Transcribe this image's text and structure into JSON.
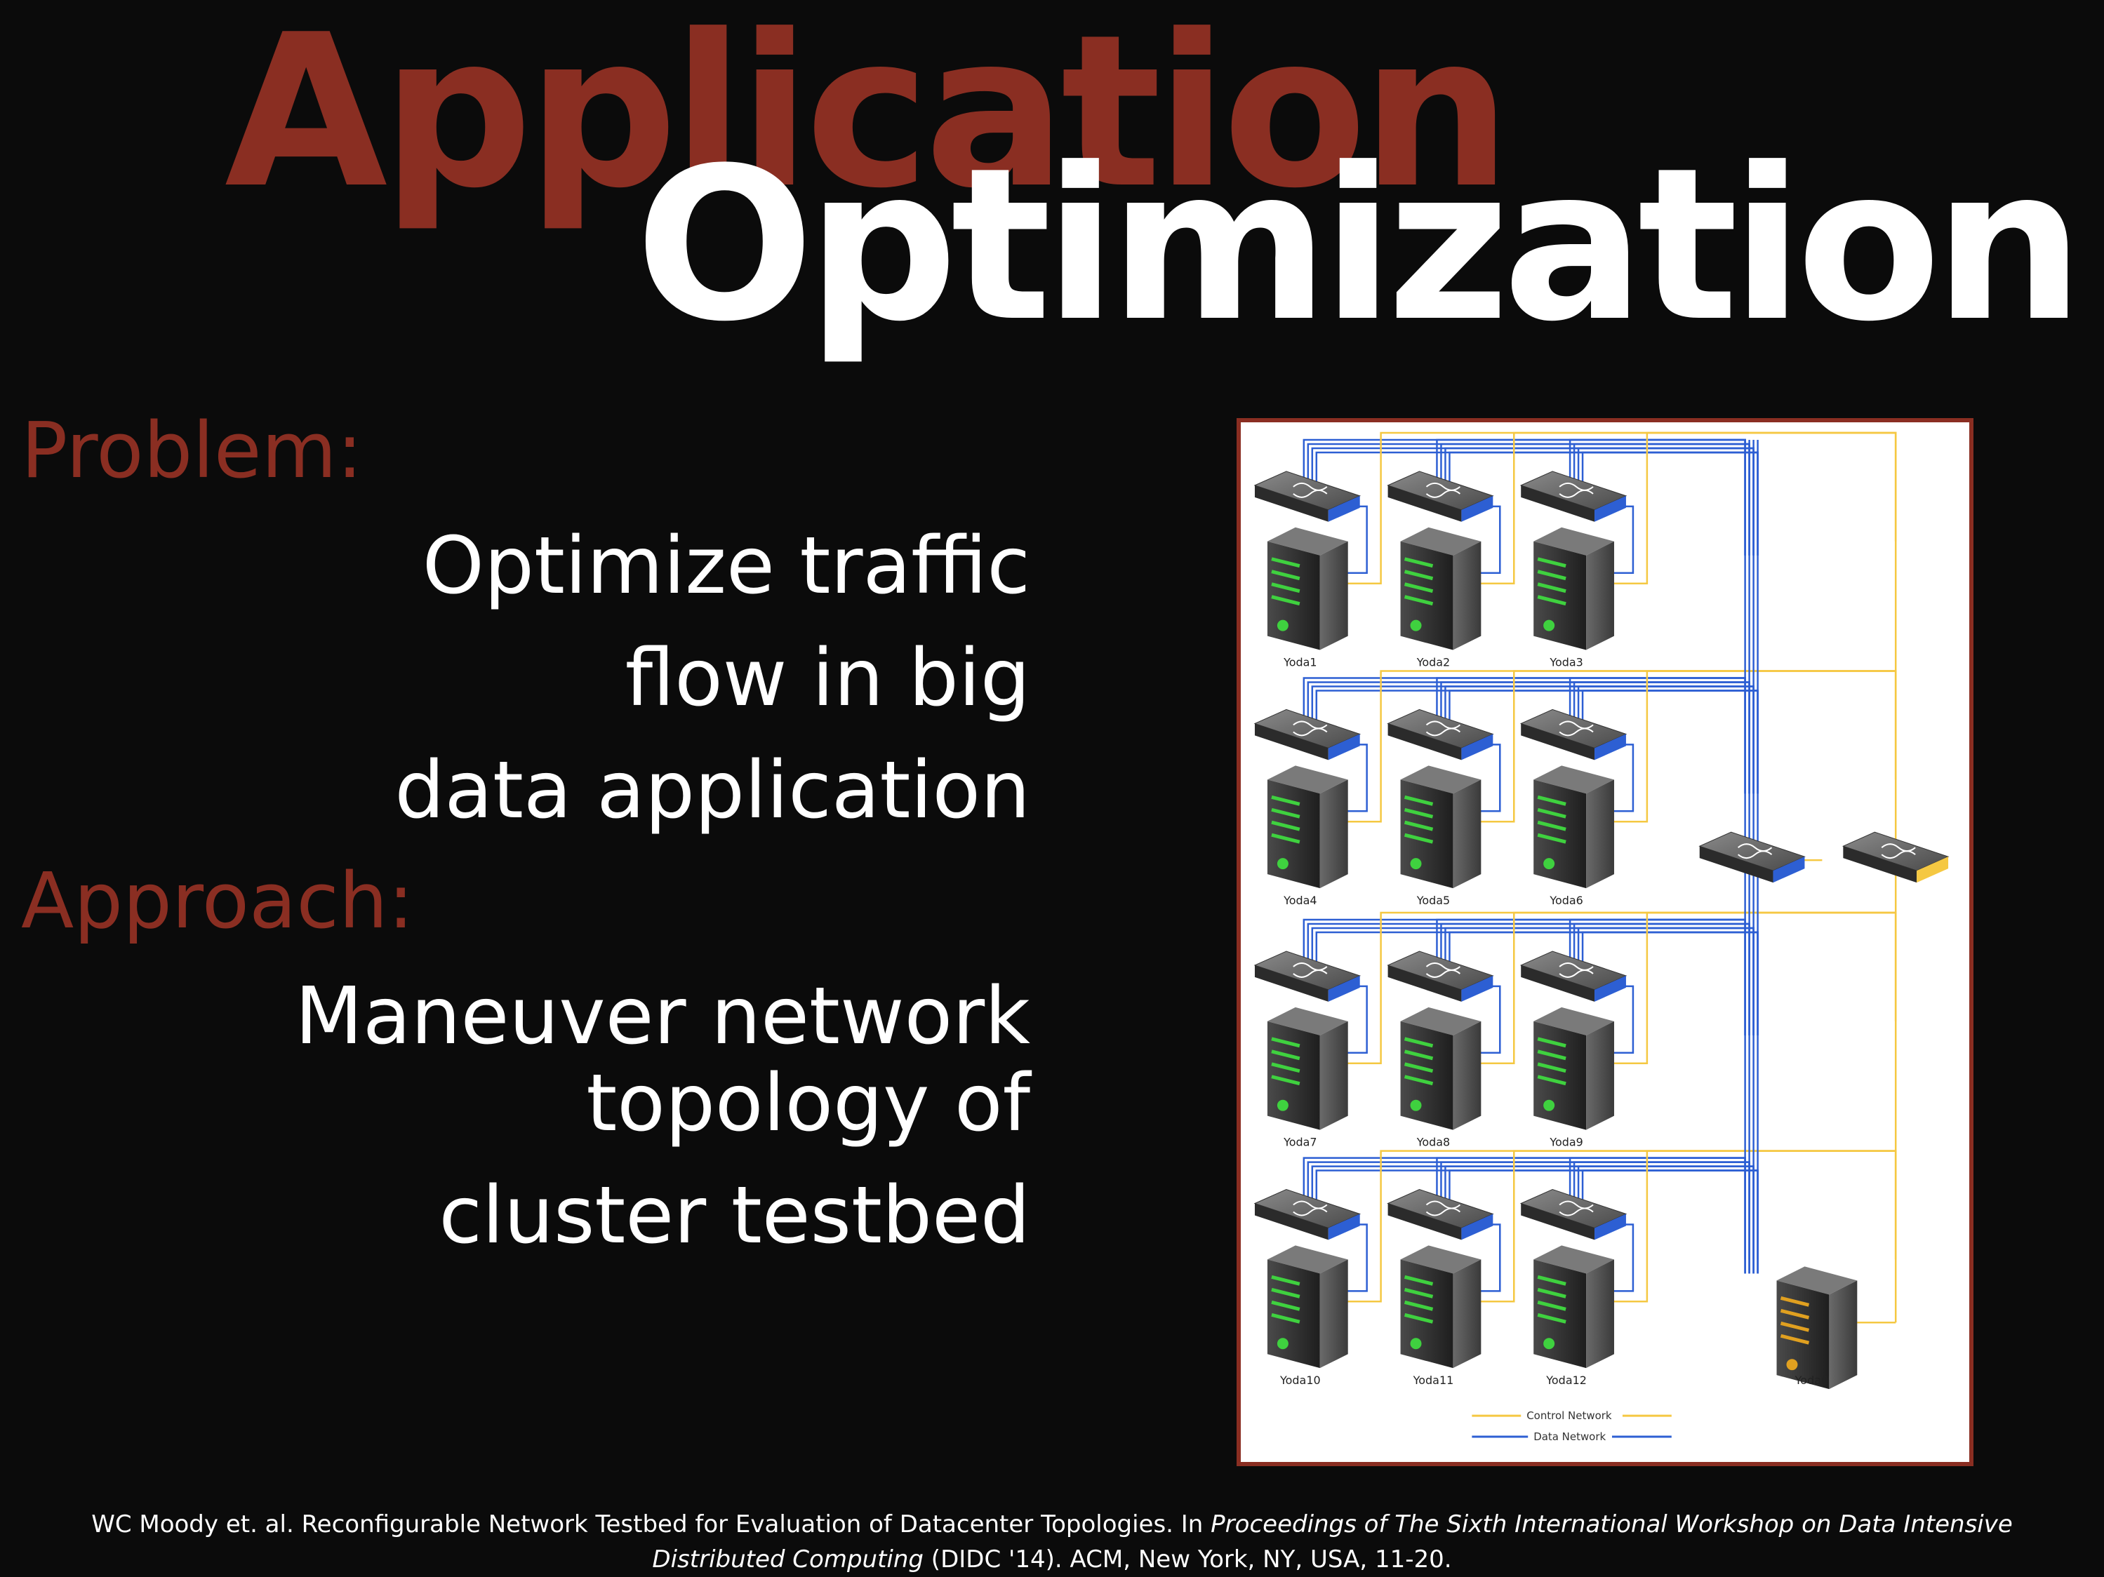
{
  "title": {
    "line1": "Application",
    "line2": "Optimization"
  },
  "problem": {
    "label": "Problem:",
    "lines": [
      "Optimize traffic",
      "flow in big",
      "data application"
    ]
  },
  "approach": {
    "label": "Approach:",
    "lines": [
      "Maneuver network",
      "topology of",
      "cluster testbed"
    ]
  },
  "diagram": {
    "nodes": [
      "Yoda1",
      "Yoda2",
      "Yoda3",
      "Yoda4",
      "Yoda5",
      "Yoda6",
      "Yoda7",
      "Yoda8",
      "Yoda9",
      "Yoda10",
      "Yoda11",
      "Yoda12",
      "Yoda0"
    ],
    "legend": {
      "control": "Control Network",
      "data": "Data Network"
    },
    "colors": {
      "control": "#f5c842",
      "data": "#2d5fd3",
      "server_led": "#3fd13f",
      "master_led": "#e0a020"
    }
  },
  "citation": {
    "part1": "WC Moody et. al. Reconfigurable Network Testbed for Evaluation of Datacenter Topologies. In ",
    "italic1": "Proceedings of The Sixth International Workshop on Data Intensive",
    "italic2": "Distributed Computing",
    "part2": " (DIDC '14). ACM, New York, NY, USA, 11-20."
  }
}
